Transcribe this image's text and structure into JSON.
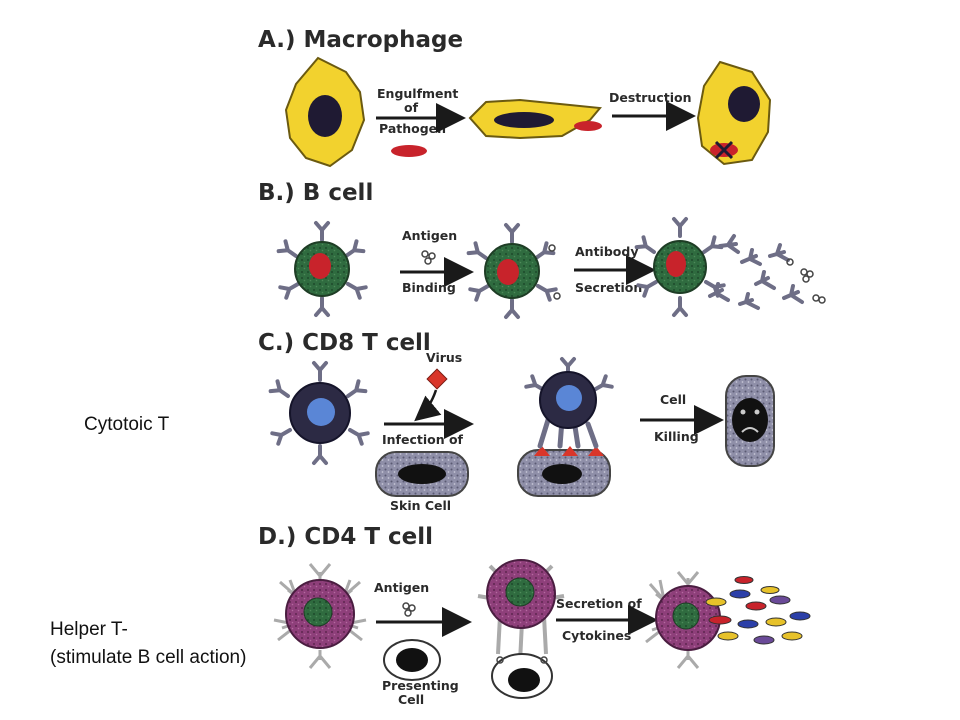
{
  "sections": {
    "a": {
      "title": "A.) Macrophage",
      "label_engulf_1": "Engulfment",
      "label_engulf_2": "of",
      "label_engulf_3": "Pathogen",
      "label_destruction": "Destruction"
    },
    "b": {
      "title": "B.) B cell",
      "label_antigen": "Antigen",
      "label_binding": "Binding",
      "label_antibody": "Antibody",
      "label_secretion": "Secretion"
    },
    "c": {
      "title": "C.) CD8 T cell",
      "label_virus": "Virus",
      "label_infection": "Infection of",
      "label_skin": "Skin Cell",
      "label_cell": "Cell",
      "label_killing": "Killing"
    },
    "d": {
      "title": "D.) CD4 T cell",
      "label_antigen": "Antigen",
      "label_presenting_1": "Presenting",
      "label_presenting_2": "Cell",
      "label_secretion_1": "Secretion of",
      "label_secretion_2": "Cytokines"
    }
  },
  "side_notes": {
    "cytotoxic": "Cytotoic T",
    "helper_line1": "Helper T-",
    "helper_line2": "(stimulate B cell action)"
  },
  "colors": {
    "macrophage": "#f2d22e",
    "nucleus_dark": "#1f1a33",
    "pathogen": "#c8232b",
    "b_cell": "#2f6b3f",
    "cd8_nucleus": "#5a86d6",
    "skin_cell": "#8a8aa4",
    "cd4_body": "#8e3f7a"
  }
}
